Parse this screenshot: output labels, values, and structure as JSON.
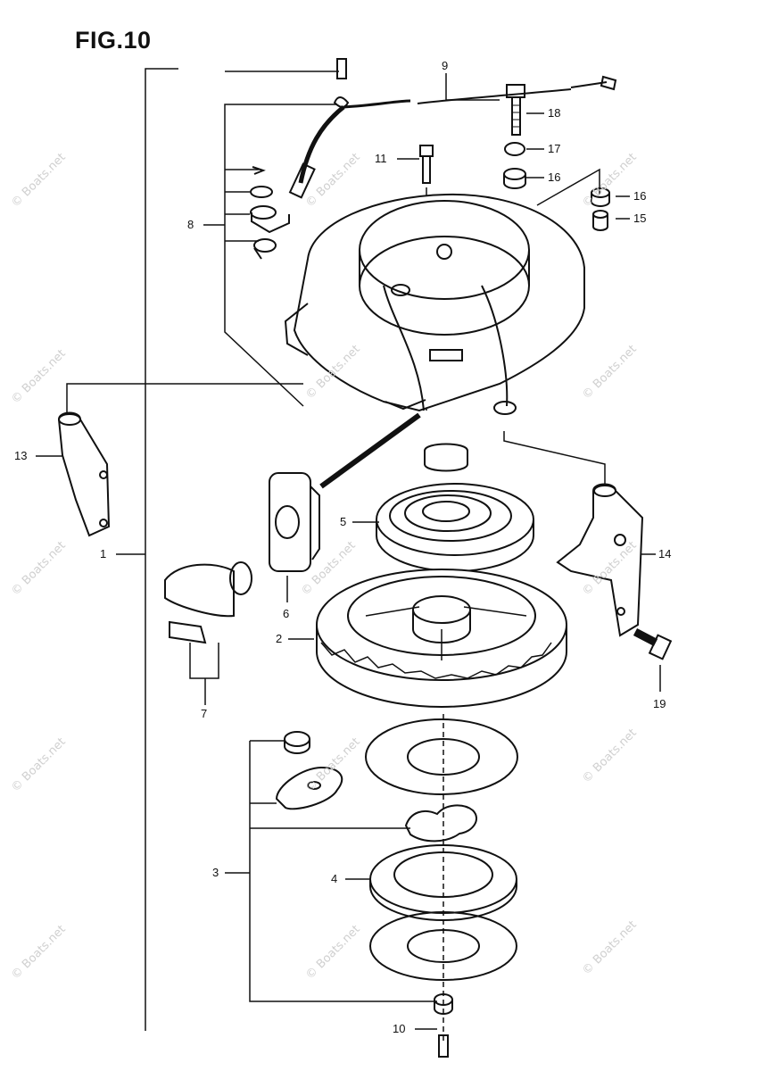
{
  "figure": {
    "title": "FIG.10"
  },
  "watermark": "© Boats.net",
  "callouts": [
    {
      "id": "1",
      "label": "1"
    },
    {
      "id": "2",
      "label": "2"
    },
    {
      "id": "3",
      "label": "3"
    },
    {
      "id": "4",
      "label": "4"
    },
    {
      "id": "5",
      "label": "5"
    },
    {
      "id": "6",
      "label": "6"
    },
    {
      "id": "7",
      "label": "7"
    },
    {
      "id": "8",
      "label": "8"
    },
    {
      "id": "9",
      "label": "9"
    },
    {
      "id": "10",
      "label": "10"
    },
    {
      "id": "11",
      "label": "11"
    },
    {
      "id": "13",
      "label": "13"
    },
    {
      "id": "14",
      "label": "14"
    },
    {
      "id": "15",
      "label": "15"
    },
    {
      "id": "16a",
      "label": "16"
    },
    {
      "id": "16b",
      "label": "16"
    },
    {
      "id": "17",
      "label": "17"
    },
    {
      "id": "18",
      "label": "18"
    },
    {
      "id": "19",
      "label": "19"
    }
  ]
}
